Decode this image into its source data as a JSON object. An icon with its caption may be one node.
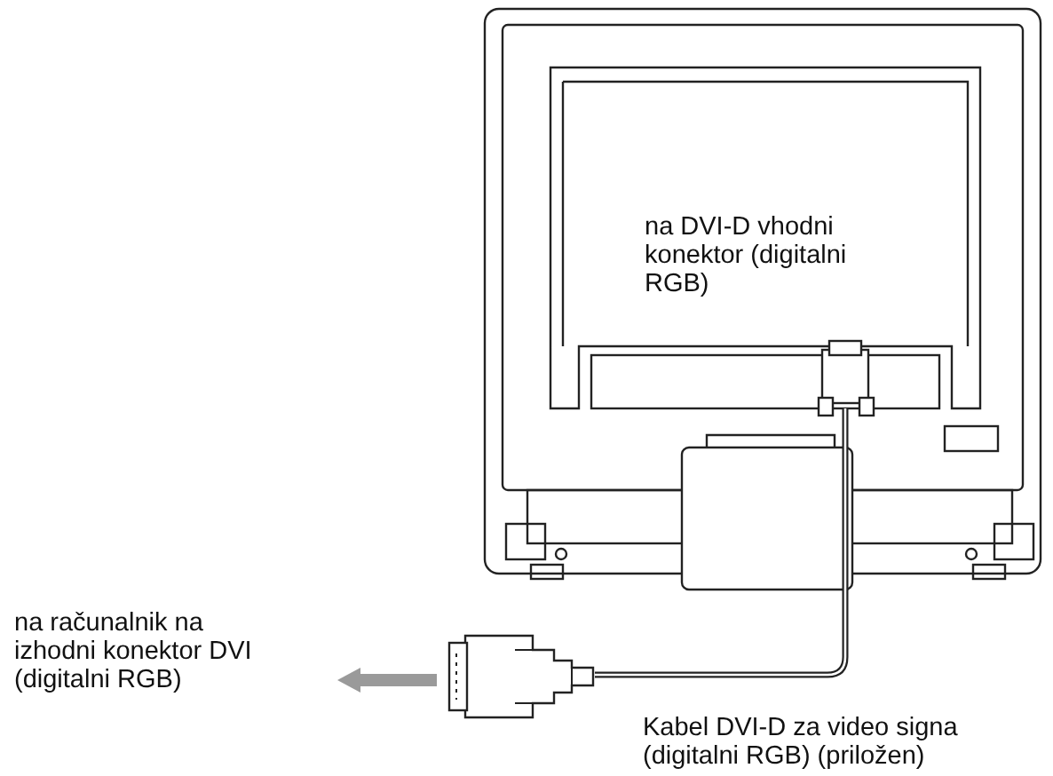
{
  "diagram": {
    "nodes": [
      {
        "text": [
          "na računalnik na izhodni konektor DVI (digitalni RGB)"
        ]
      },
      {
        "text": [],
        "shape": "picture"
      }
    ],
    "edges": [
      {
        "from": 1,
        "to": 0,
        "arrow": "to"
      }
    ],
    "labels": [
      "na DVI-D vhodni konektor (digitalni RGB)",
      "Kabel DVI-D za video signa (digitalni RGB) (priložen)"
    ]
  }
}
